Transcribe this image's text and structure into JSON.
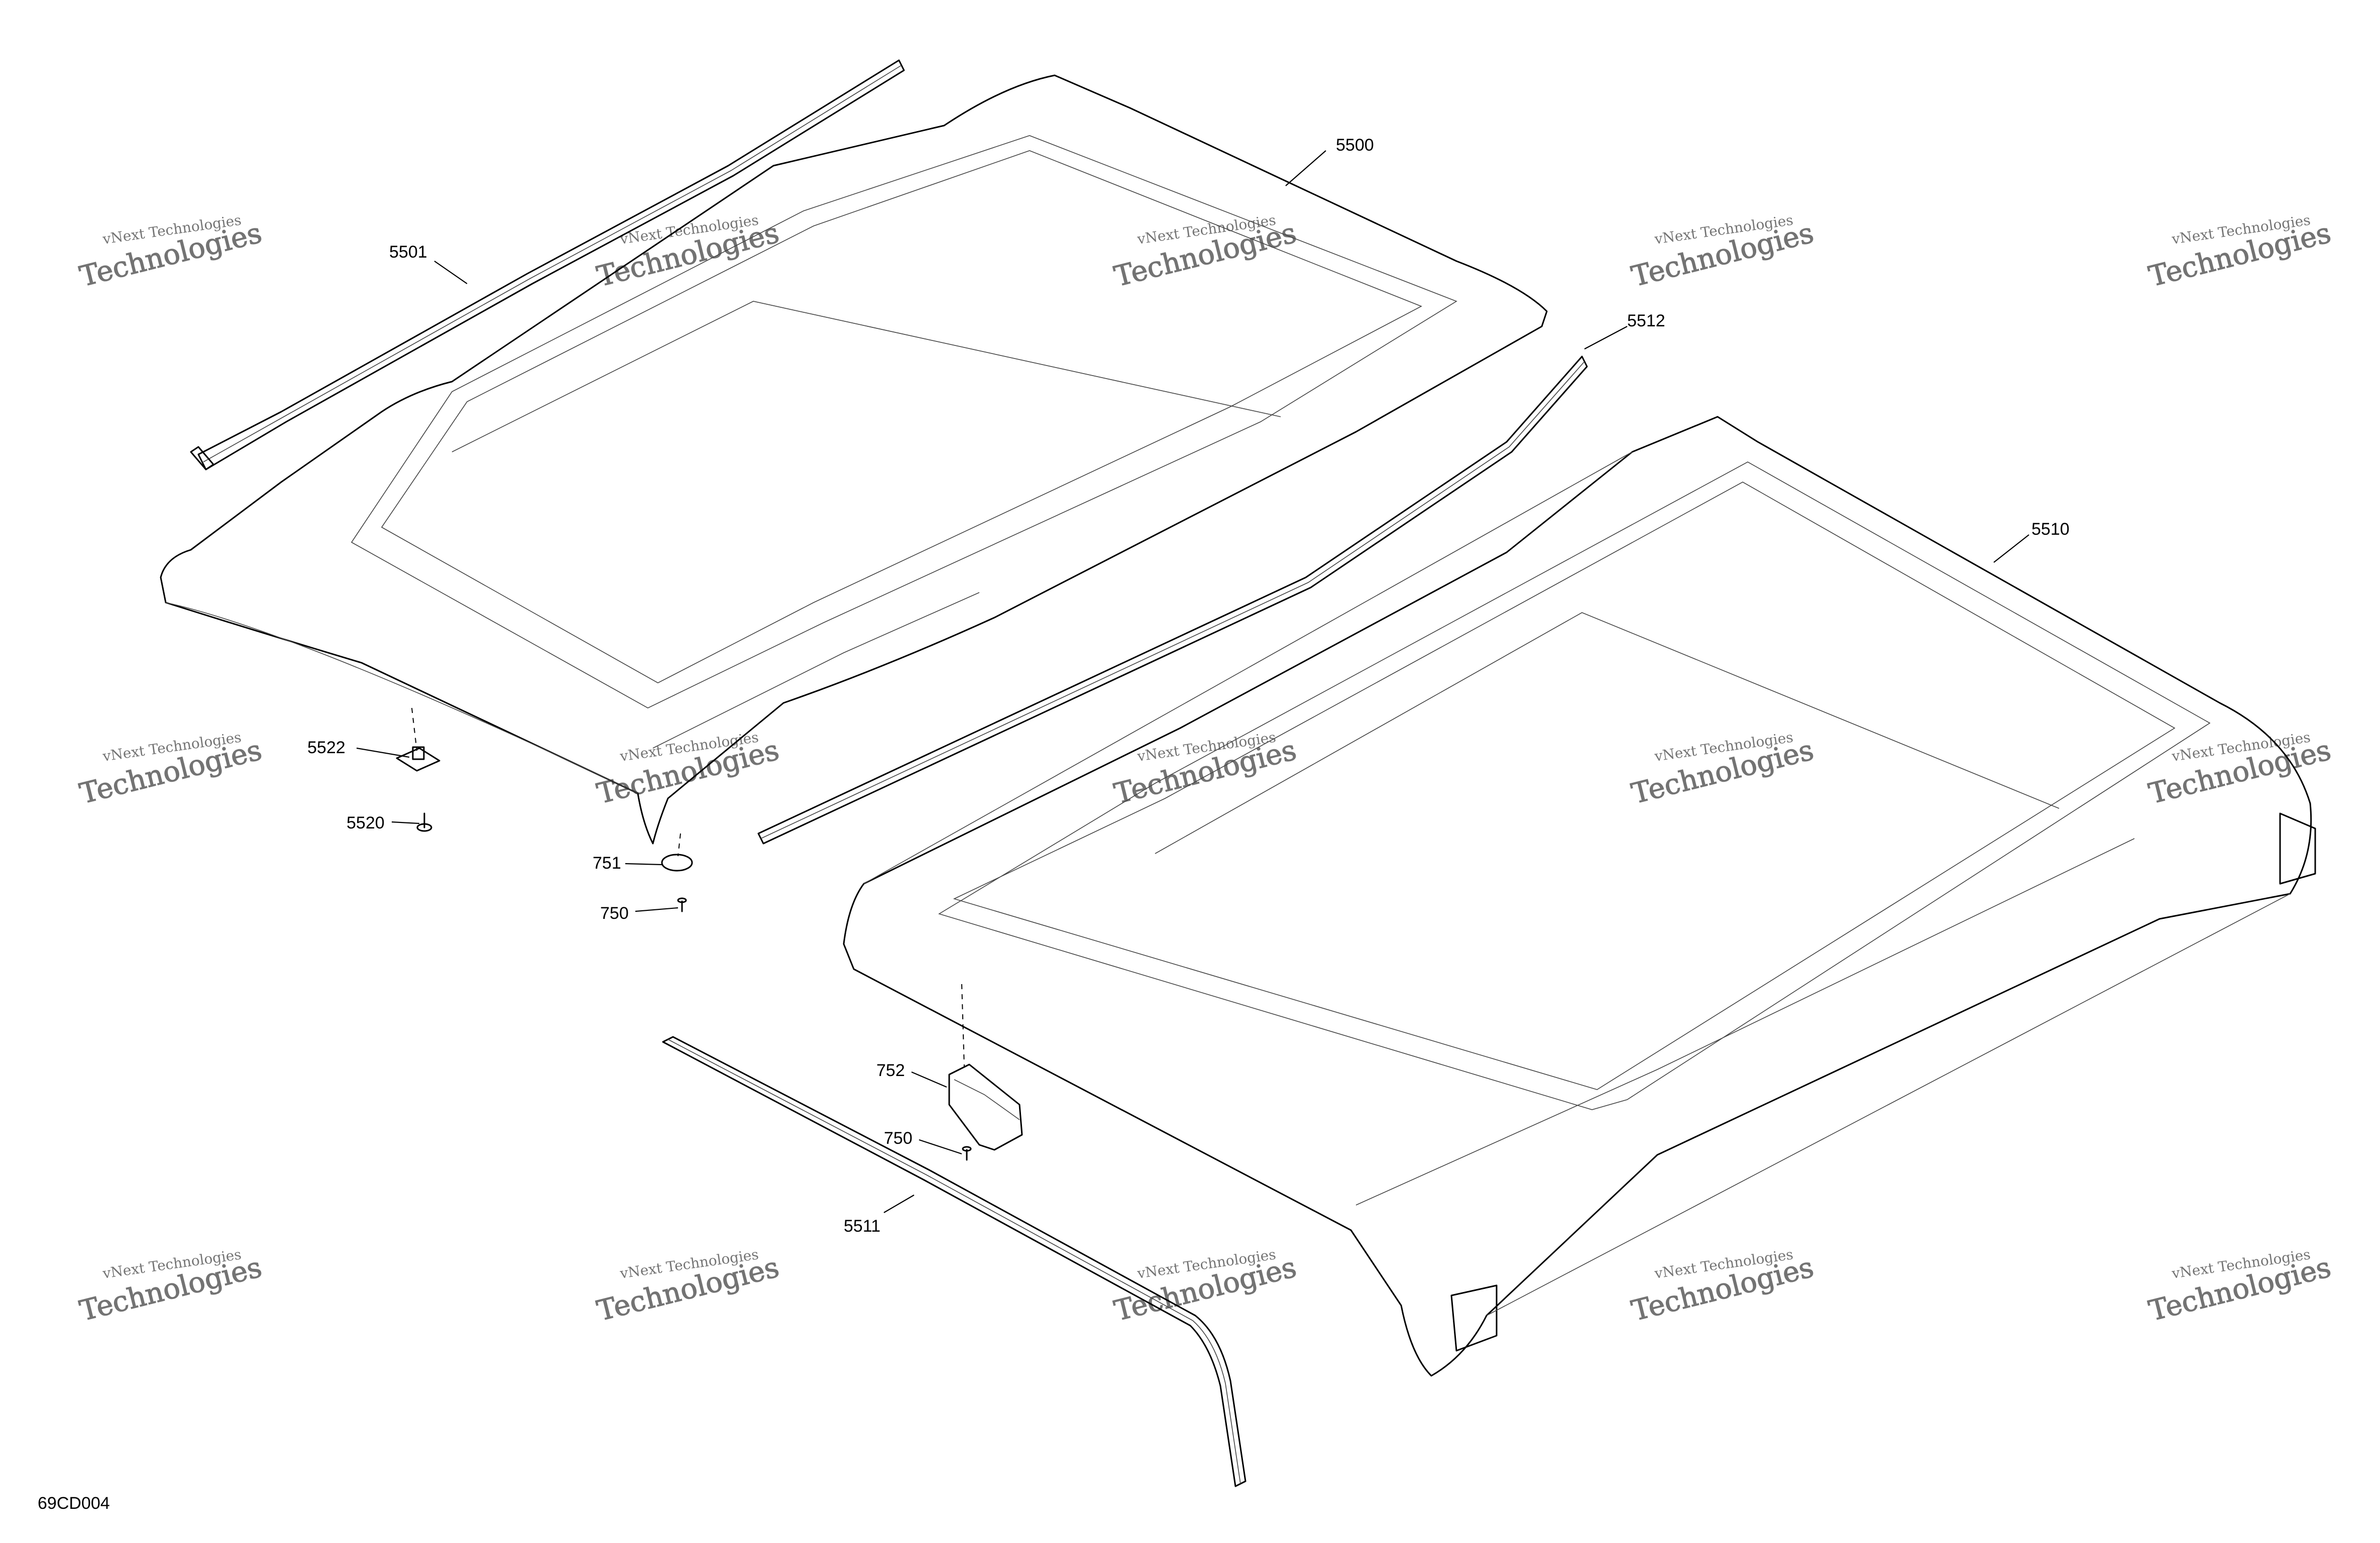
{
  "diagram": {
    "figure_code": "69CD004",
    "watermark_line1": "vNext Technologies",
    "watermark_line2": "Technologies",
    "callouts": [
      {
        "id": "c5500",
        "label": "5500"
      },
      {
        "id": "c5501",
        "label": "5501"
      },
      {
        "id": "c5510",
        "label": "5510"
      },
      {
        "id": "c5511",
        "label": "5511"
      },
      {
        "id": "c5512",
        "label": "5512"
      },
      {
        "id": "c5520",
        "label": "5520"
      },
      {
        "id": "c5522",
        "label": "5522"
      },
      {
        "id": "c750a",
        "label": "750"
      },
      {
        "id": "c750b",
        "label": "750"
      },
      {
        "id": "c751",
        "label": "751"
      },
      {
        "id": "c752",
        "label": "752"
      }
    ]
  }
}
